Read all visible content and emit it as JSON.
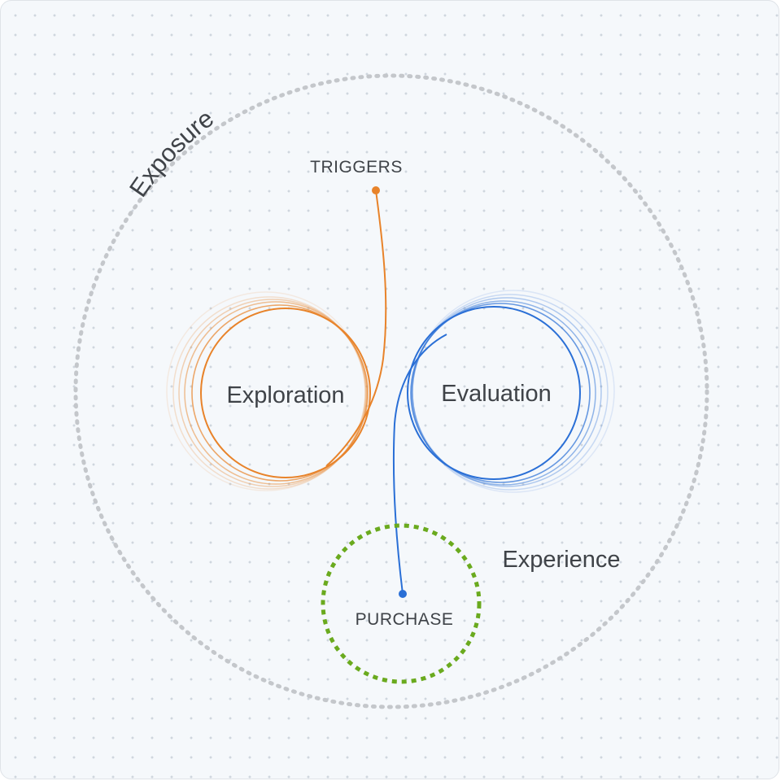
{
  "diagram": {
    "labels": {
      "exposure": "Exposure",
      "triggers": "TRIGGERS",
      "exploration": "Exploration",
      "evaluation": "Evaluation",
      "experience": "Experience",
      "purchase": "PURCHASE"
    },
    "colors": {
      "exploration_loop": "#e8832a",
      "evaluation_loop": "#2a6fd6",
      "experience_ring": "#6aaa1e",
      "exposure_ring": "#c4c7cb",
      "text": "#3f4348",
      "background": "#f5f8fb"
    }
  }
}
